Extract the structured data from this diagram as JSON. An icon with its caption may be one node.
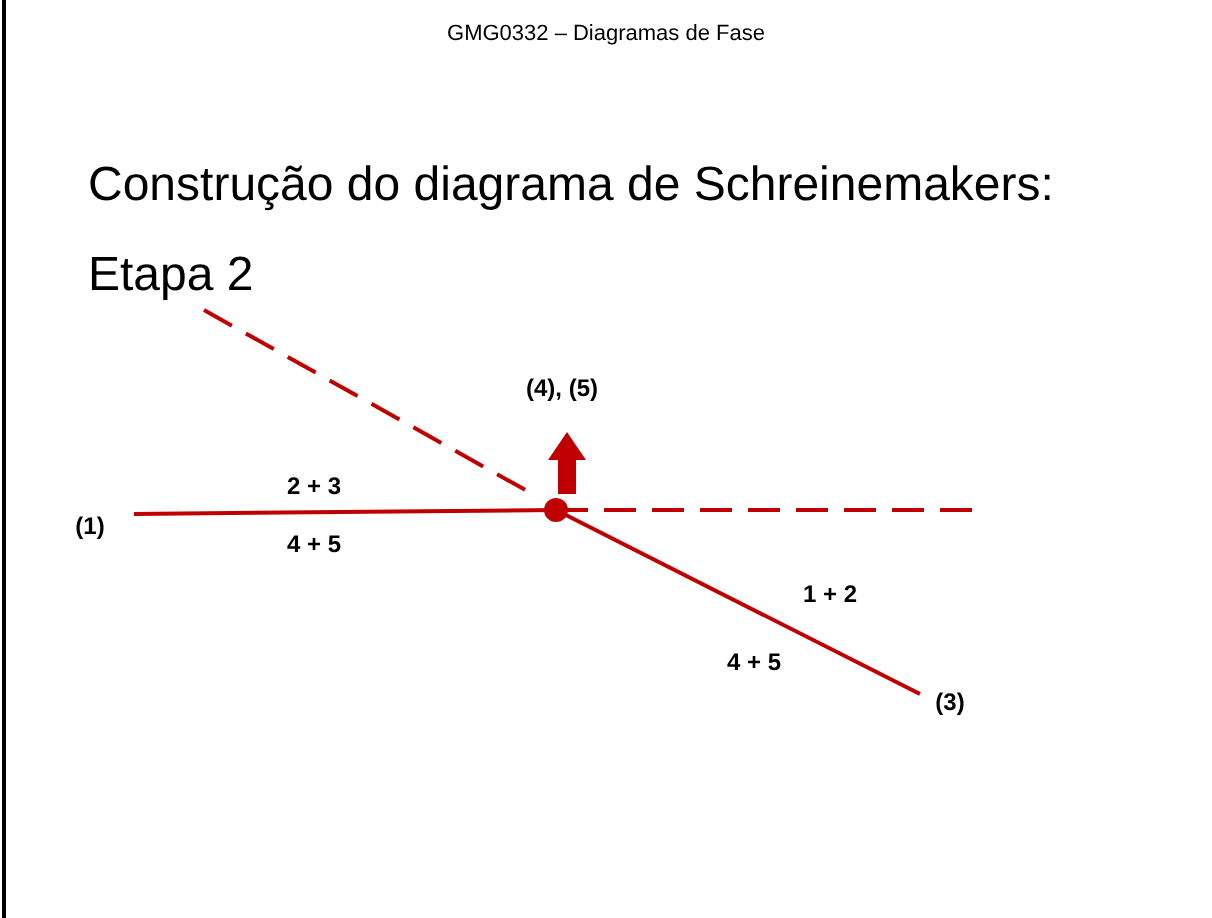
{
  "diagram": {
    "title": "Construção do diagrama de Schreinemakers: Etapa 2",
    "labels": [
      "GMG0332 – Diagramas de Fase",
      "(4), (5)",
      "(1)",
      "2 + 3",
      "4 + 5",
      "1 + 2",
      "4 + 5",
      "(3)"
    ]
  }
}
